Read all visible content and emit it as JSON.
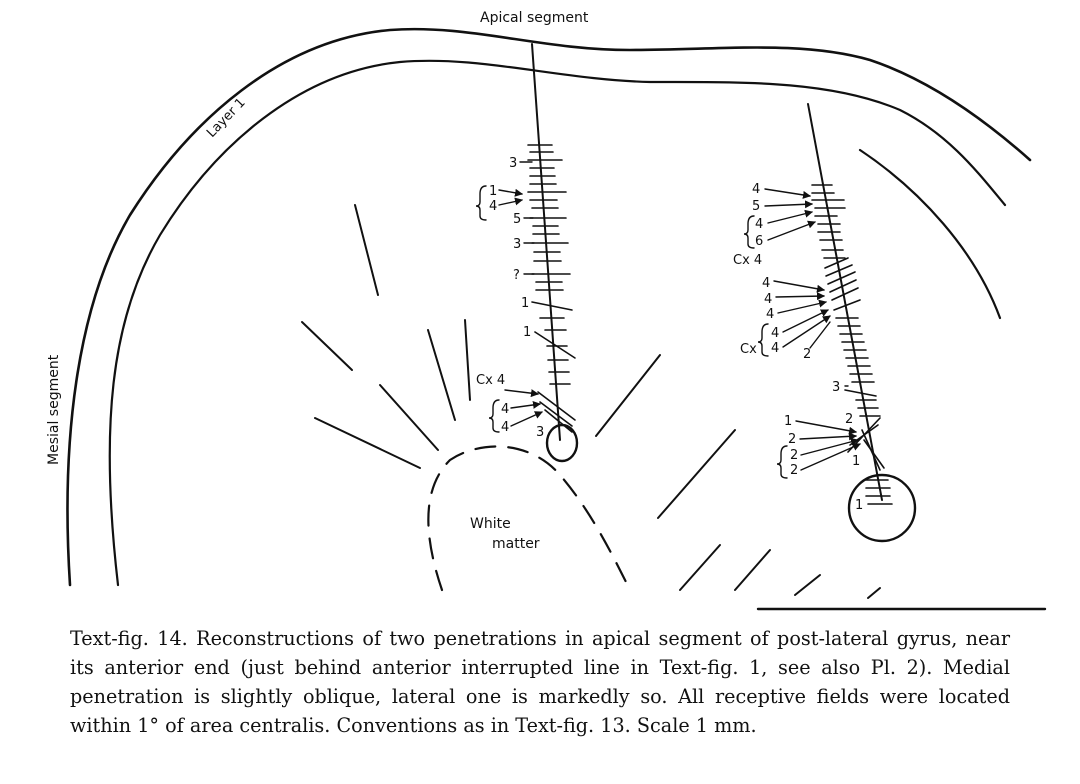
{
  "figure": {
    "labels": {
      "apical_segment": "Apical segment",
      "layer_1": "Layer 1",
      "mesial_segment": "Mesial segment",
      "white_matter_line1": "White",
      "white_matter_line2": "matter"
    },
    "medial_penetration": {
      "marks": [
        "3",
        "1",
        "4",
        "5",
        "3",
        "?",
        "1",
        "1",
        "Cx 4",
        "4",
        "4",
        "3"
      ]
    },
    "lateral_penetration": {
      "marks": [
        "4",
        "5",
        "4",
        "6",
        "Cx 4",
        "4",
        "4",
        "4",
        "Cx",
        "4",
        "4",
        "2",
        "3",
        "1",
        "2",
        "2",
        "2",
        "2",
        "1",
        "1"
      ]
    }
  },
  "caption": {
    "text": "Text-fig. 14. Reconstructions of two penetrations in apical segment of post-lateral gyrus, near its anterior end (just behind anterior interrupted line in Text-fig. 1, see also Pl. 2). Medial penetration is slightly oblique, lateral one is markedly so. All receptive fields were located within 1° of area centralis. Conventions as in Text-fig. 13. Scale 1 mm."
  }
}
